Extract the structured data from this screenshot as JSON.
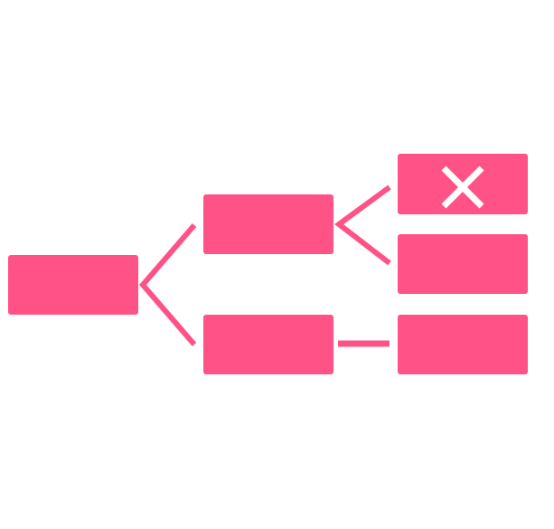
{
  "diagram": {
    "type": "tree",
    "accent_color": "#FF5286",
    "marker_color": "#FFFFFF",
    "nodes": [
      {
        "id": "root",
        "label": ""
      },
      {
        "id": "branch-upper",
        "label": ""
      },
      {
        "id": "branch-lower",
        "label": ""
      },
      {
        "id": "leaf-upper-1",
        "label": "",
        "marker": "close-icon"
      },
      {
        "id": "leaf-upper-2",
        "label": ""
      },
      {
        "id": "leaf-lower-1",
        "label": ""
      }
    ],
    "edges": [
      {
        "from": "root",
        "to": "branch-upper"
      },
      {
        "from": "root",
        "to": "branch-lower"
      },
      {
        "from": "branch-upper",
        "to": "leaf-upper-1"
      },
      {
        "from": "branch-upper",
        "to": "leaf-upper-2"
      },
      {
        "from": "branch-lower",
        "to": "leaf-lower-1"
      }
    ]
  }
}
